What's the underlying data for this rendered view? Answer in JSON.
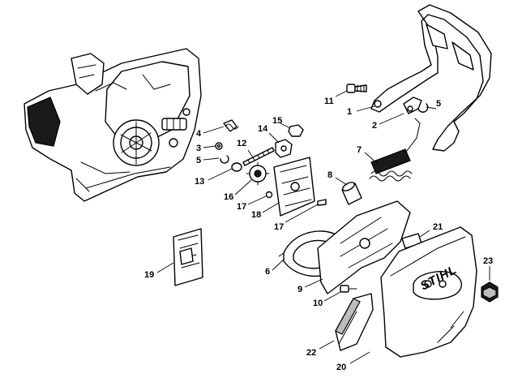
{
  "brand_text": "STIHL",
  "callouts": [
    {
      "id": "1",
      "label": "1",
      "part": "front-hand-guard"
    },
    {
      "id": "2",
      "label": "2",
      "part": "brake-lever"
    },
    {
      "id": "3",
      "label": "3",
      "part": "washer"
    },
    {
      "id": "4",
      "label": "4",
      "part": "torsion-spring"
    },
    {
      "id": "5a",
      "label": "5",
      "part": "e-clip"
    },
    {
      "id": "5b",
      "label": "5",
      "part": "e-clip"
    },
    {
      "id": "6",
      "label": "6",
      "part": "brake-band"
    },
    {
      "id": "7",
      "label": "7",
      "part": "tension-spring"
    },
    {
      "id": "8",
      "label": "8",
      "part": "sleeve"
    },
    {
      "id": "9",
      "label": "9",
      "part": "sprocket-cover-inner"
    },
    {
      "id": "10",
      "label": "10",
      "part": "screw"
    },
    {
      "id": "11",
      "label": "11",
      "part": "shoulder-screw"
    },
    {
      "id": "12",
      "label": "12",
      "part": "adjusting-screw"
    },
    {
      "id": "13",
      "label": "13",
      "part": "o-ring"
    },
    {
      "id": "14",
      "label": "14",
      "part": "tensioner-slide"
    },
    {
      "id": "15",
      "label": "15",
      "part": "nut"
    },
    {
      "id": "16",
      "label": "16",
      "part": "spur-gear"
    },
    {
      "id": "17a",
      "label": "17",
      "part": "screw"
    },
    {
      "id": "17b",
      "label": "17",
      "part": "screw"
    },
    {
      "id": "18",
      "label": "18",
      "part": "guide-plate"
    },
    {
      "id": "19",
      "label": "19",
      "part": "bar-plate"
    },
    {
      "id": "20",
      "label": "20",
      "part": "chain-sprocket-cover"
    },
    {
      "id": "21",
      "label": "21",
      "part": "chain-catcher-plate"
    },
    {
      "id": "22",
      "label": "22",
      "part": "chain-catcher"
    },
    {
      "id": "23",
      "label": "23",
      "part": "collar-nut"
    }
  ]
}
